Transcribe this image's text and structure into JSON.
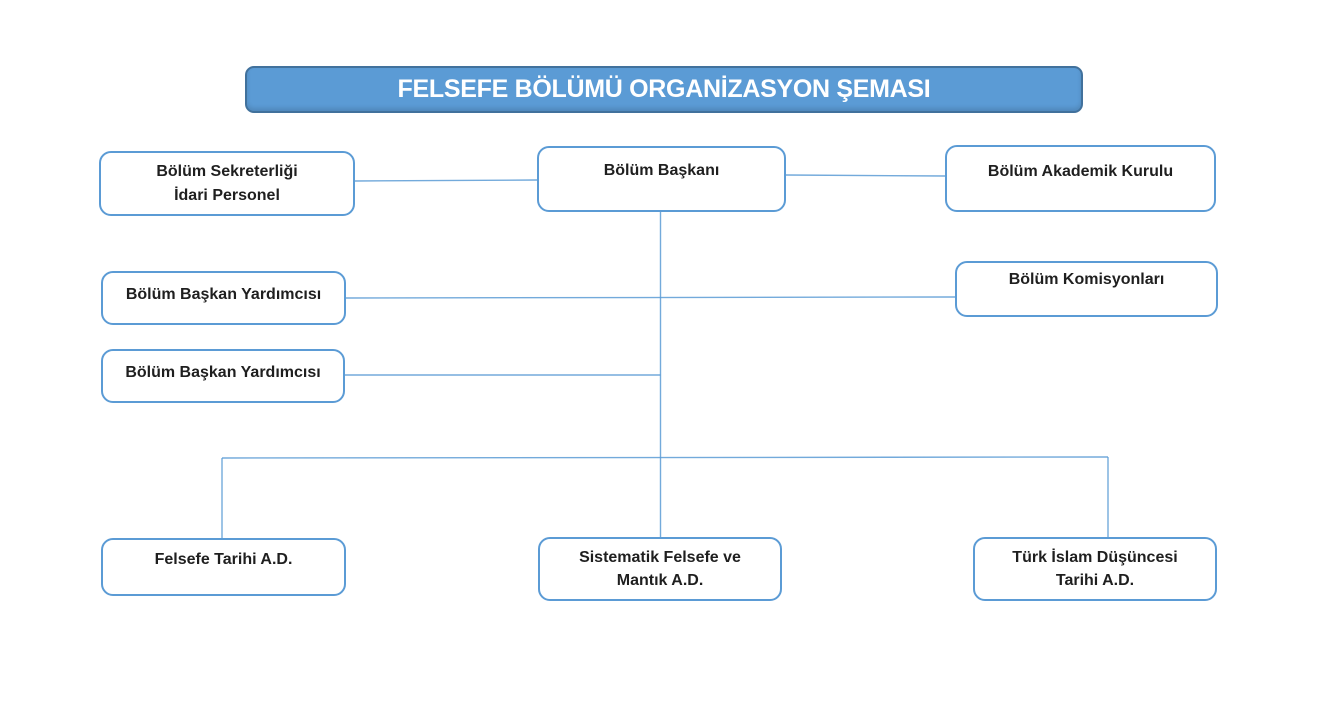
{
  "title": "FELSEFE BÖLÜMÜ ORGANİZASYON ŞEMASI",
  "nodes": {
    "sekreterlik": {
      "lines": [
        "Bölüm Sekreterliği",
        "İdari Personel"
      ]
    },
    "baskan": {
      "lines": [
        "Bölüm Başkanı"
      ]
    },
    "akademik_kurul": {
      "lines": [
        "Bölüm Akademik Kurulu"
      ]
    },
    "yardimci1": {
      "lines": [
        "Bölüm Başkan Yardımcısı"
      ]
    },
    "komisyonlar": {
      "lines": [
        "Bölüm Komisyonları"
      ]
    },
    "yardimci2": {
      "lines": [
        "Bölüm Başkan Yardımcısı"
      ]
    },
    "felsefe_tarihi": {
      "lines": [
        "Felsefe Tarihi A.D."
      ]
    },
    "sistematik": {
      "lines": [
        "Sistematik Felsefe ve",
        "Mantık A.D."
      ]
    },
    "turk_islam": {
      "lines": [
        "Türk İslam Düşüncesi",
        "Tarihi A.D."
      ]
    }
  },
  "edges": [
    {
      "from": "sekreterlik",
      "to": "baskan"
    },
    {
      "from": "baskan",
      "to": "akademik_kurul"
    },
    {
      "from": "yardimci1",
      "to": "baskan"
    },
    {
      "from": "yardimci1",
      "to": "komisyonlar"
    },
    {
      "from": "yardimci2",
      "to": "baskan"
    },
    {
      "from": "baskan",
      "to": "felsefe_tarihi"
    },
    {
      "from": "baskan",
      "to": "sistematik"
    },
    {
      "from": "baskan",
      "to": "turk_islam"
    }
  ],
  "colors": {
    "title_fill": "#5b9bd5",
    "title_border": "#41719c",
    "title_text": "#ffffff",
    "node_border": "#5b9bd5",
    "node_text": "#1f1f1f",
    "connector": "#5b9bd5",
    "background": "#ffffff"
  }
}
